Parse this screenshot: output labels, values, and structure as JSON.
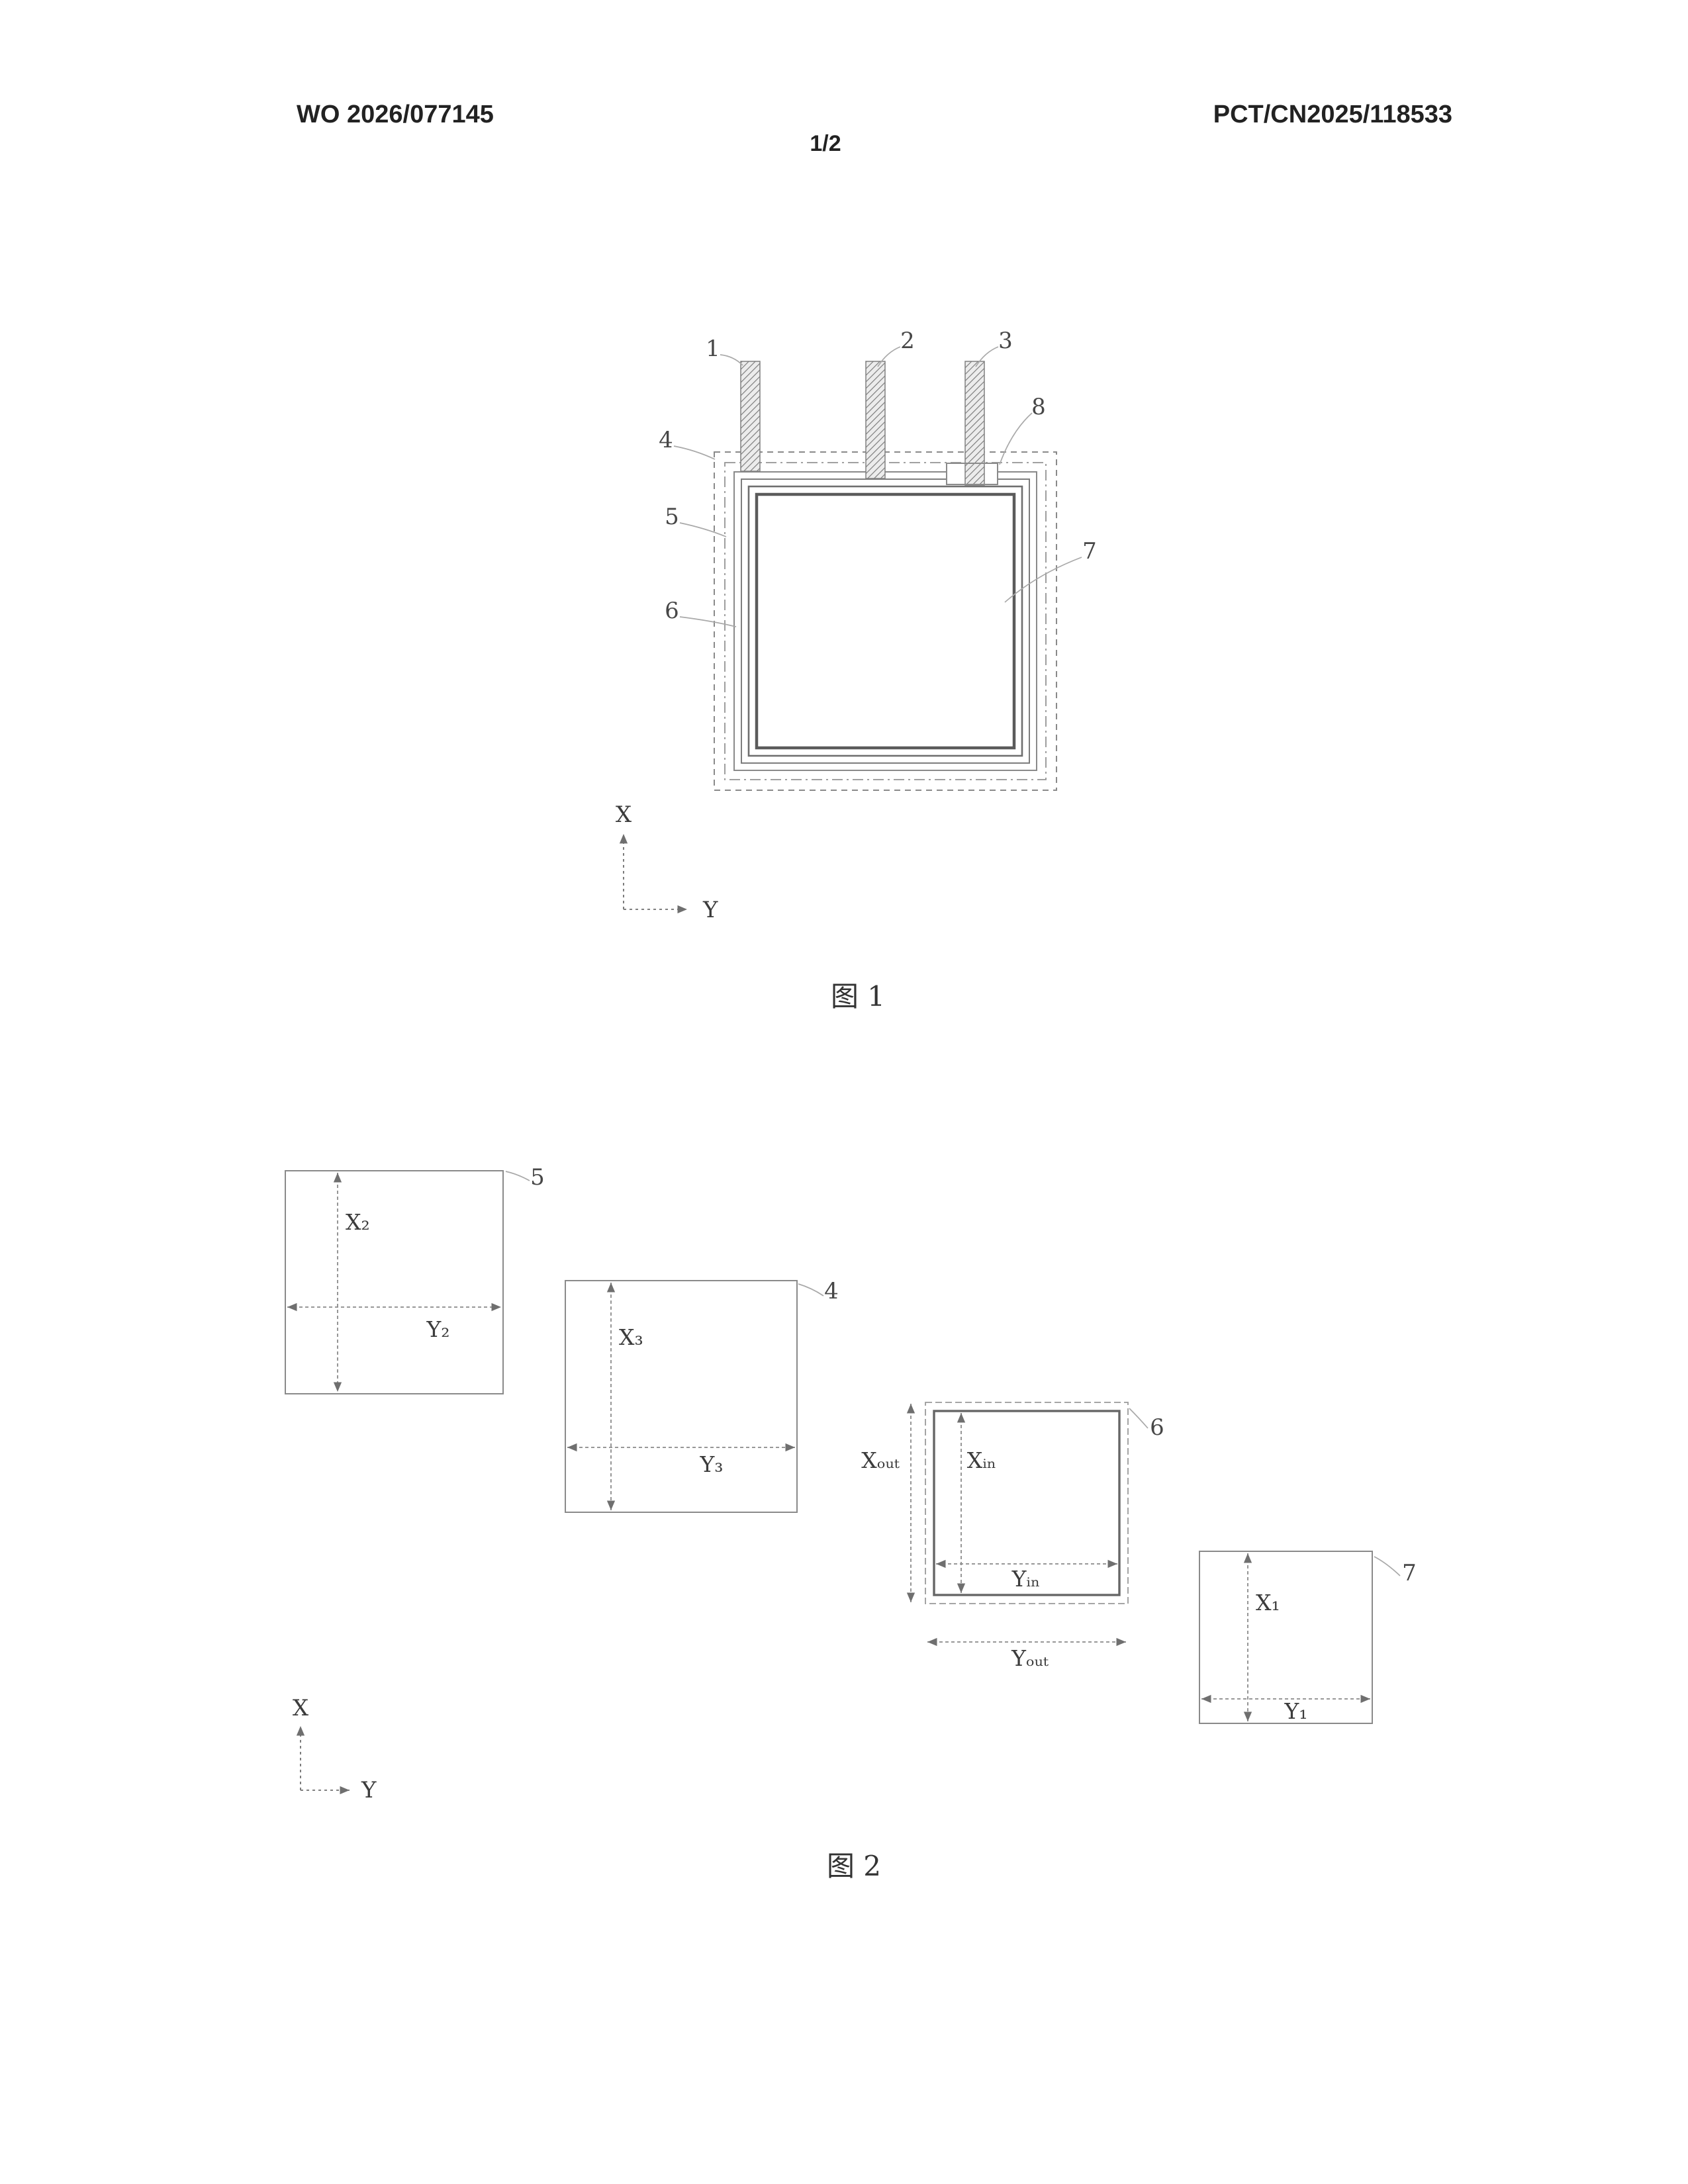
{
  "header": {
    "publication_number": "WO 2026/077145",
    "application_number": "PCT/CN2025/118533",
    "sheet_indicator": "1/2"
  },
  "figure1": {
    "caption": "图 1",
    "ref_labels": {
      "r1": "1",
      "r2": "2",
      "r3": "3",
      "r4": "4",
      "r5": "5",
      "r6": "6",
      "r7": "7",
      "r8": "8"
    },
    "axes": {
      "x": "X",
      "y": "Y"
    }
  },
  "figure2": {
    "caption": "图 2",
    "ref_labels": {
      "r4": "4",
      "r5": "5",
      "r6": "6",
      "r7": "7"
    },
    "dimensions": {
      "x1": "X₁",
      "y1": "Y₁",
      "x2": "X₂",
      "y2": "Y₂",
      "x3": "X₃",
      "y3": "Y₃",
      "x_in": "Xᵢₙ",
      "y_in": "Yᵢₙ",
      "x_out": "Xₒᵤₜ",
      "y_out": "Yₒᵤₜ"
    },
    "axes": {
      "x": "X",
      "y": "Y"
    }
  }
}
